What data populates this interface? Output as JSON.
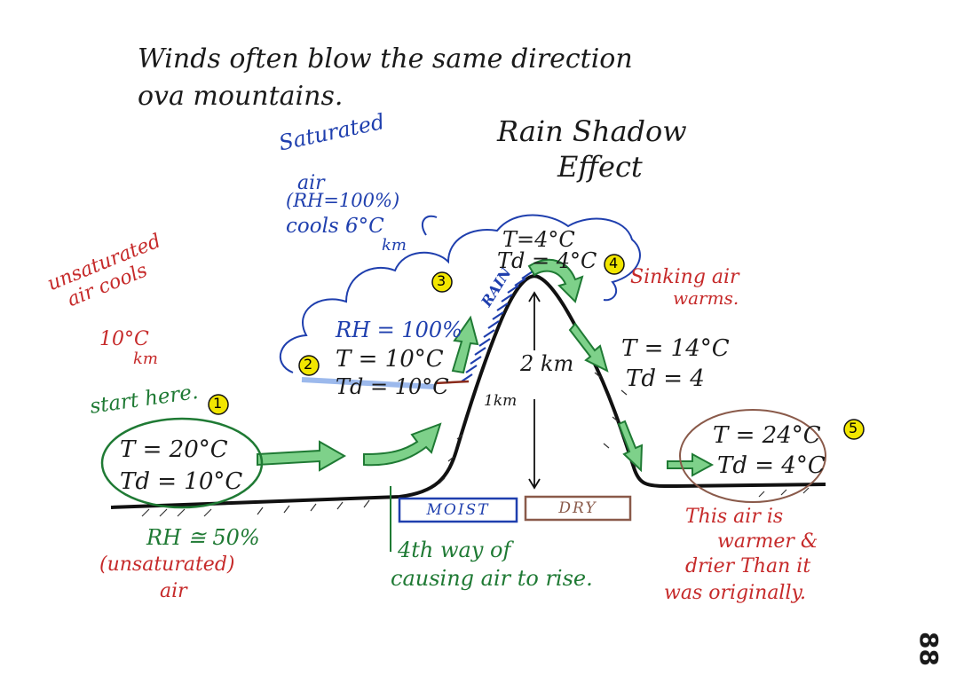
{
  "title_note": {
    "line1": "Winds often blow the same direction",
    "line2": "ova mountains."
  },
  "diagram_title": {
    "line1": "Rain Shadow",
    "line2": "Effect"
  },
  "saturated_note": {
    "line1": "Saturated",
    "line2": "air",
    "line3": "(RH=100%)",
    "line4": "cools 6°C",
    "line5": "km"
  },
  "unsaturated_note": {
    "line1": "unsaturated",
    "line2": "air cools",
    "line3": "10°C",
    "line4": "km"
  },
  "start": {
    "label": "start here.",
    "number": "1"
  },
  "point1": {
    "t": "T = 20°C",
    "td": "Td = 10°C"
  },
  "point2": {
    "number": "2",
    "rh": "RH = 100%",
    "t": "T = 10°C",
    "td": "Td = 10°C"
  },
  "point3": {
    "number": "3",
    "rain": "RAIN"
  },
  "point4": {
    "number": "4",
    "t": "T=4°C",
    "td": "Td = 4°C",
    "note_line1": "Sinking air",
    "note_line2": "warms."
  },
  "mid_descent": {
    "t": "T = 14°C",
    "td": "Td = 4"
  },
  "point5": {
    "number": "5",
    "t": "T = 24°C",
    "td": "Td = 4°C"
  },
  "mountain": {
    "height": "2 km",
    "level": "1km"
  },
  "bottom_left": {
    "rh": "RH ≅ 50%",
    "line2": "(unsaturated)",
    "line3": "air"
  },
  "boxes": {
    "moist": "MOIST",
    "dry": "DRY"
  },
  "fourth_way": {
    "line1": "4th way of",
    "line2": "causing air to rise."
  },
  "conclusion": {
    "line1": "This air is",
    "line2": "warmer &",
    "line3": "drier Than it",
    "line4": "was originally."
  },
  "page_number": "88",
  "colors": {
    "ink": "#1a1a1a",
    "blue": "#1f3fae",
    "red": "#c62a2a",
    "green": "#1f7a34",
    "arrow_fill": "#7ed18a",
    "highlight": "#f2e600",
    "brown": "#8a5a4a"
  }
}
